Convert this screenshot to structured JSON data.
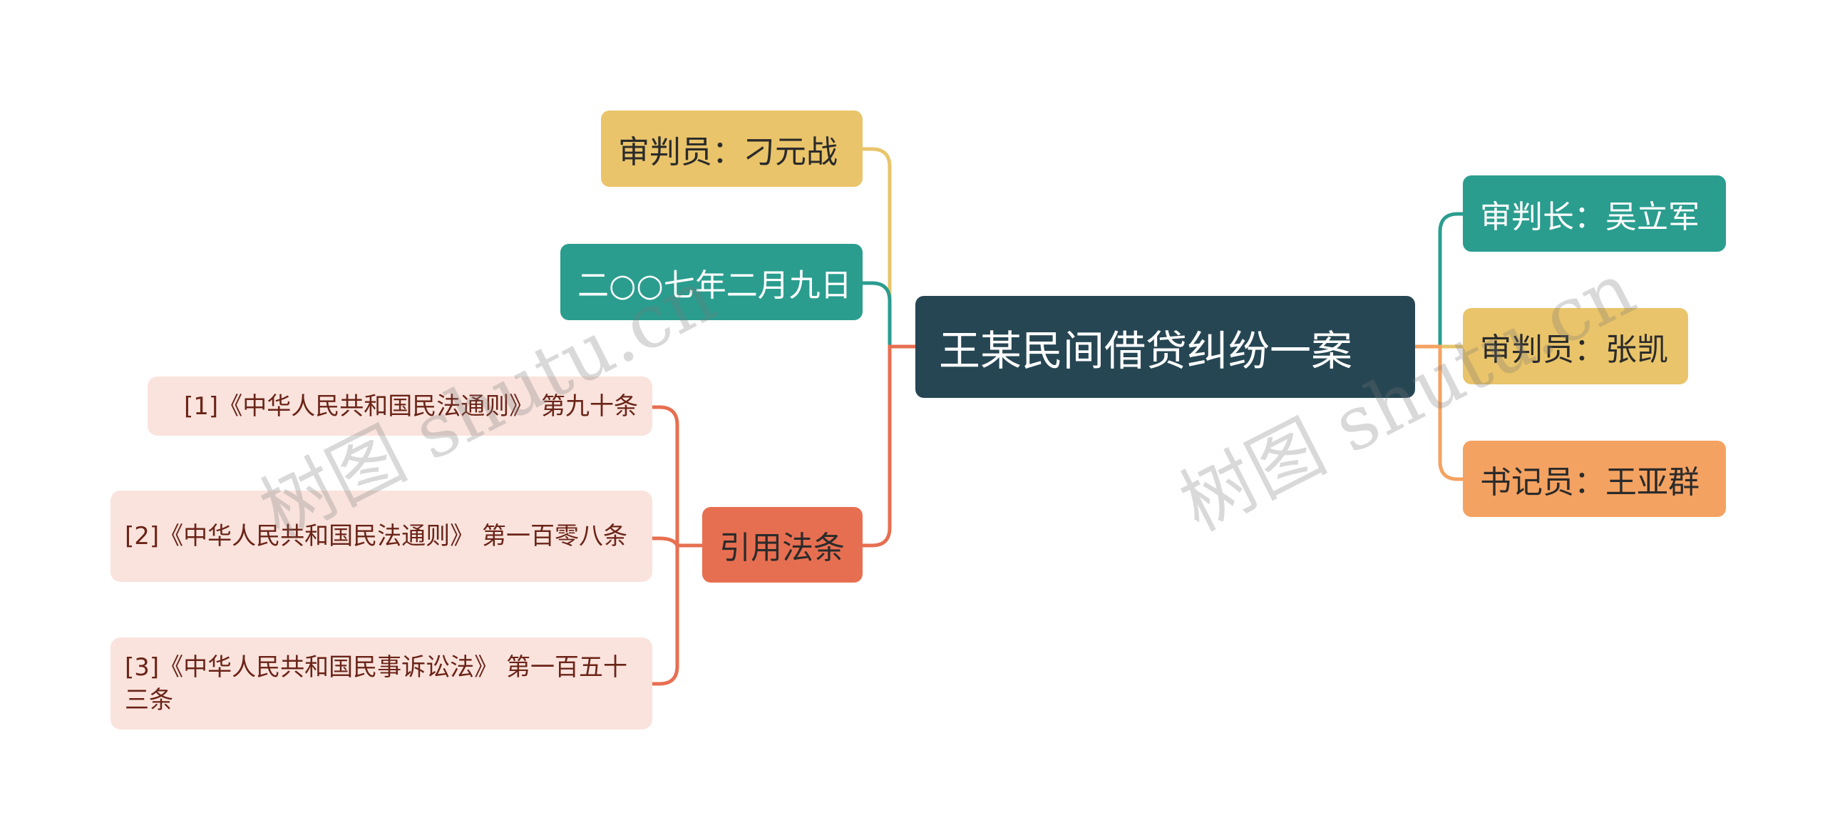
{
  "root": {
    "label": "王某民间借贷纠纷一案"
  },
  "left": {
    "judge": "审判员：刁元战",
    "date": "二○○七年二月九日",
    "laws": {
      "label": "引用法条",
      "items": [
        "[1]《中华人民共和国民法通则》 第九十条",
        "[2]《中华人民共和国民法通则》 第一百零八条",
        "[3]《中华人民共和国民事诉讼法》 第一百五十三条"
      ]
    }
  },
  "right": {
    "chief_judge": "审判长：吴立军",
    "judge": "审判员：张凯",
    "clerk": "书记员：王亚群"
  },
  "watermarks": [
    "树图 shutu.cn",
    "树图 shutu.cn"
  ],
  "colors": {
    "root": "#264653",
    "yellow": "#e9c46a",
    "teal": "#2a9d8f",
    "red": "#e76f51",
    "orange": "#f4a261",
    "leaf": "#fae3dd"
  }
}
